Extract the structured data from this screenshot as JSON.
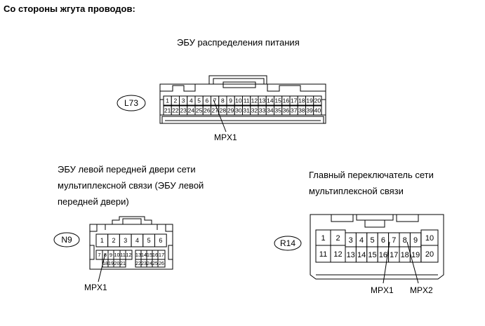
{
  "heading": "Со стороны жгута проводов:",
  "connectors": [
    {
      "id": "L73",
      "title": "ЭБУ распределения питания",
      "row1": [
        "1",
        "2",
        "3",
        "4",
        "5",
        "6",
        "7",
        "8",
        "9",
        "10",
        "11",
        "12",
        "13",
        "14",
        "15",
        "16",
        "17",
        "18",
        "19",
        "20"
      ],
      "row2": [
        "21",
        "22",
        "23",
        "24",
        "25",
        "26",
        "27",
        "28",
        "29",
        "30",
        "31",
        "32",
        "33",
        "34",
        "35",
        "36",
        "37",
        "38",
        "39",
        "40"
      ],
      "labels": [
        "MPX1"
      ]
    },
    {
      "id": "N9",
      "title_lines": [
        "ЭБУ левой передней двери сети",
        "мультиплексной связи (ЭБУ левой",
        "передней двери)"
      ],
      "row1": [
        "1",
        "2",
        "3",
        "4",
        "5",
        "6"
      ],
      "row2a": [
        "7",
        "8",
        "9",
        "10",
        "11",
        "12",
        "13",
        "14",
        "15",
        "16",
        "17"
      ],
      "row2b": [
        "18",
        "19",
        "20",
        "21",
        "22",
        "23",
        "24",
        "25",
        "26"
      ],
      "labels": [
        "MPX1"
      ]
    },
    {
      "id": "R14",
      "title_lines": [
        "Главный переключатель сети",
        "мультиплексной связи"
      ],
      "top_row": [
        "1",
        "2",
        "10"
      ],
      "mid_row": [
        "3",
        "4",
        "5",
        "6",
        "7",
        "8",
        "9"
      ],
      "bot_left": [
        "11",
        "12"
      ],
      "bot_mid": [
        "13",
        "14",
        "15",
        "16",
        "17",
        "18",
        "19"
      ],
      "bot_right": [
        "20"
      ],
      "labels": [
        "MPX1",
        "MPX2"
      ]
    }
  ]
}
